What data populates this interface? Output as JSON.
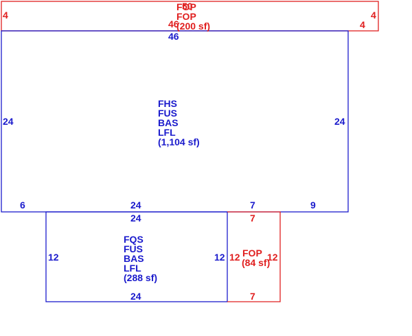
{
  "colors": {
    "main": "#1a1acc",
    "porch": "#e01e1e"
  },
  "areas": {
    "top_porch": {
      "codes": [
        "FOP",
        "FOP"
      ],
      "area": "(200 sf)",
      "overlap_text": "50"
    },
    "main": {
      "codes": [
        "FHS",
        "FUS",
        "BAS",
        "LFL"
      ],
      "area": "(1,104 sf)"
    },
    "lower": {
      "codes": [
        "FQS",
        "FUS",
        "BAS",
        "LFL"
      ],
      "area": "(288 sf)"
    },
    "side_porch": {
      "codes": [
        "FOP"
      ],
      "area": "(84 sf)"
    }
  },
  "dimensions": {
    "top_left": "4",
    "top_right": "4",
    "top_right_inner": "4",
    "top_bottom_red": "46",
    "main_top": "46",
    "main_left": "24",
    "main_right": "24",
    "main_bottom_left": "6",
    "main_bottom_mid": "24",
    "main_bottom_7": "7",
    "main_bottom_right": "9",
    "lower_top": "24",
    "lower_left": "12",
    "lower_right": "12",
    "lower_bottom": "24",
    "porch_top": "7",
    "porch_left": "12",
    "porch_right": "12",
    "porch_bottom": "7"
  }
}
